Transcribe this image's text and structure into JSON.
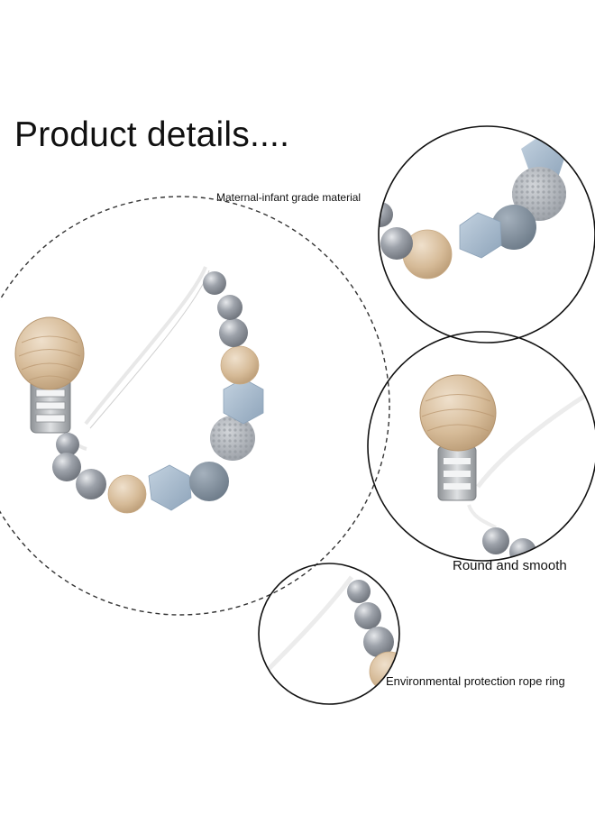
{
  "title": "Product details....",
  "captions": {
    "material": "Maternal-infant grade material",
    "round": "Round and smooth",
    "environmental": "Environmental protection rope ring"
  },
  "colors": {
    "wood": "#dcc3a3",
    "wood_grain": "#b8946c",
    "silver": "#8f949c",
    "silver_light": "#d3d6da",
    "blue_hex": "#a9bccf",
    "slate": "#7c8a98",
    "crochet": "#b8bcc2",
    "clip": "#b9bcbf",
    "rope": "#f2f2f2"
  }
}
